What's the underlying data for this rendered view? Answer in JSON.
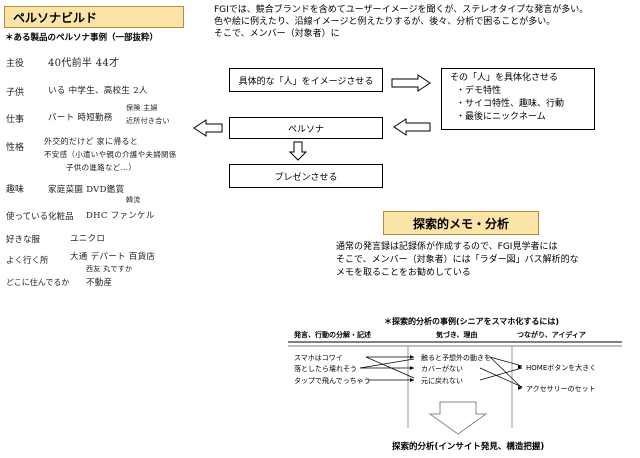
{
  "persona_build": {
    "title": "ペルソナビルド",
    "example_heading": "＊ある製品のペルソナ事例（一部抜粋）",
    "rows": [
      {
        "label": "主役",
        "value": "40代前半 44才"
      },
      {
        "label": "子供",
        "value": "いる 中学生、高校生 2人"
      },
      {
        "label": "仕事",
        "value": "パート 時短勤務",
        "extra1": "保険 主婦",
        "extra2": "近所付き合い"
      },
      {
        "label": "性格",
        "value": "外交的だけど 家に帰ると",
        "line2": "不安感（小遣いや親の介護や夫婦関係",
        "line3": "子供の進路など…）"
      },
      {
        "label": "趣味",
        "value": "家庭菜園  DVD鑑賞",
        "extra1": "韓流"
      },
      {
        "label": "使っている化粧品",
        "value": "DHC ファンケル"
      },
      {
        "label": "好きな服",
        "value": "ユニクロ"
      },
      {
        "label": "よく行く所",
        "value": "大通  デパート  百貨店",
        "extra1": "西友 丸ですか"
      },
      {
        "label": "どこに住んでるか",
        "value": "不動産"
      }
    ]
  },
  "intro_lines": [
    "FGIでは、競合ブランドを含めてユーザーイメージを聞くが、ステレオタイプな発言が多い。",
    "色や絵に例えたり、沿線イメージと例えたりするが、後々、分析で困ることが多い。",
    "そこで、メンバー（対象者）に"
  ],
  "flow": {
    "imagine": "具体的な「人」をイメージさせる",
    "concretize_title": "その「人」を具体化させる",
    "concretize_items": [
      "・デモ特性",
      "・サイコ特性、趣味、行動",
      "・最後にニックネーム"
    ],
    "persona": "ペルソナ",
    "present": "プレゼンさせる"
  },
  "exploratory": {
    "title": "探索的メモ・分析",
    "description_lines": [
      "通常の発言録は記録係が作成するので、FGI見学者には",
      "そこで、メンバー（対象者）には「ラダー図」バス解析的な",
      "メモを取ることをお勧めしている"
    ]
  },
  "case_study": {
    "heading": "＊探索的分析の事例(シニアをスマホ化するには)",
    "col_headers": [
      "発言、行動の分解・記述",
      "気づき、理由",
      "つながり、アイディア"
    ],
    "statements": [
      "スマホはコワイ",
      "落としたら壊れそう",
      "タップで飛んでっちゃう"
    ],
    "insights": [
      "触ると予想外の動きを",
      "カバーがない",
      "元に戻れない"
    ],
    "ideas": [
      "HOMEボタンを大きく",
      "アクセサリーのセット"
    ],
    "bottom_label": "探索的分析(インサイト発見、構造把握)"
  },
  "colors": {
    "title_fill": "#fce4a8",
    "title_border": "#b48c3c"
  }
}
